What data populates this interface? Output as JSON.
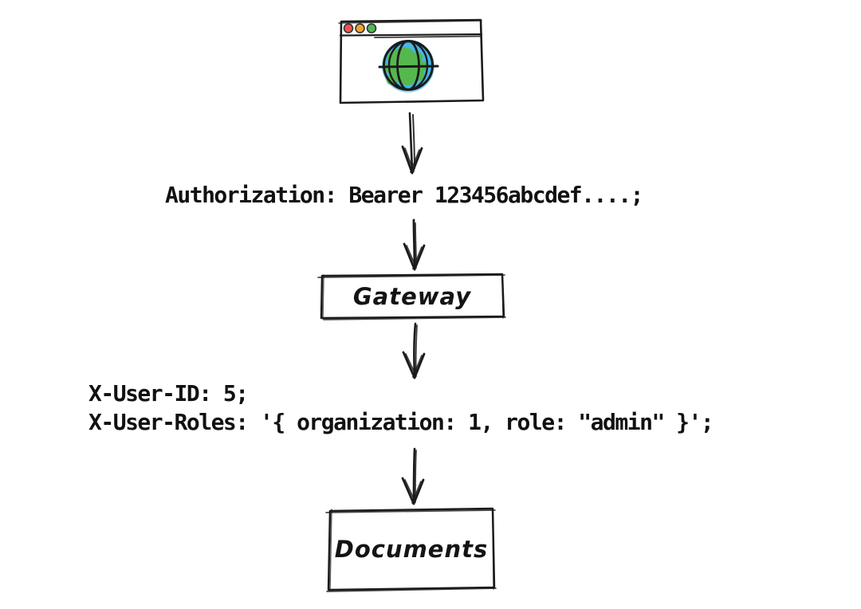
{
  "diagram": {
    "nodes": {
      "client": {
        "type": "browser-window",
        "icon": "globe-icon"
      },
      "gateway": {
        "label": "Gateway"
      },
      "documents": {
        "label": "Documents"
      }
    },
    "annotations": {
      "auth_header": "Authorization: Bearer 123456abcdef....;",
      "user_id_header": "X-User-ID: 5;",
      "user_roles_header": "X-User-Roles: '{ organization: 1, role: \"admin\" }';"
    },
    "colors": {
      "stroke": "#1b1b1b",
      "globe_blue": "#45b8ea",
      "globe_halo_blue": "#8ed6f2",
      "globe_land_green": "#55b84f",
      "traffic_red": "#ea5550",
      "traffic_orange": "#f0a330",
      "traffic_green": "#4eb85a"
    }
  }
}
